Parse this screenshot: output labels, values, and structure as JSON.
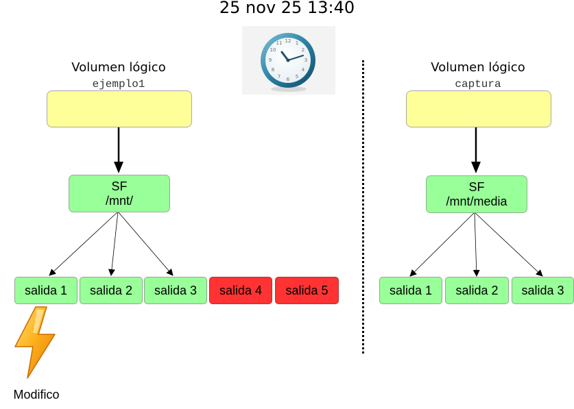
{
  "header": {
    "datetime": "25 nov 25 13:40"
  },
  "icons": {
    "clock": "wall-clock-icon",
    "bolt": "lightning-bolt-icon"
  },
  "colors": {
    "volume": "#ffff99",
    "ok": "#99ff99",
    "fault": "#ff3333"
  },
  "left": {
    "title": "Volumen lógico",
    "volume_name": "ejemplo1",
    "filesystem": {
      "label": "SF",
      "path": "/mnt/"
    },
    "outputs": [
      {
        "label": "salida 1",
        "status": "ok"
      },
      {
        "label": "salida 2",
        "status": "ok"
      },
      {
        "label": "salida 3",
        "status": "ok"
      },
      {
        "label": "salida 4",
        "status": "fault"
      },
      {
        "label": "salida 5",
        "status": "fault"
      }
    ],
    "annotation": "Modifico"
  },
  "right": {
    "title": "Volumen lógico",
    "volume_name": "captura",
    "filesystem": {
      "label": "SF",
      "path": "/mnt/media"
    },
    "outputs": [
      {
        "label": "salida 1",
        "status": "ok"
      },
      {
        "label": "salida 2",
        "status": "ok"
      },
      {
        "label": "salida 3",
        "status": "ok"
      }
    ]
  }
}
